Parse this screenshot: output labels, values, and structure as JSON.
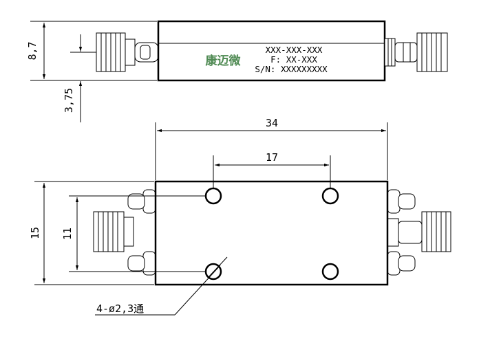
{
  "colors": {
    "line": "#000000",
    "brand": "#4f8a53",
    "background": "#ffffff"
  },
  "side_view": {
    "brand_text": "康迈微",
    "part_number": "XXX-XXX-XXX",
    "frequency": "F: XX-XXX",
    "serial": "S/N: XXXXXXXXX"
  },
  "dimensions": {
    "height": "8,7",
    "center_height": "3,75",
    "length": "34",
    "hole_spacing_x": "17",
    "width": "15",
    "hole_spacing_y": "11"
  },
  "hole_callout": "4-ø2,3通"
}
